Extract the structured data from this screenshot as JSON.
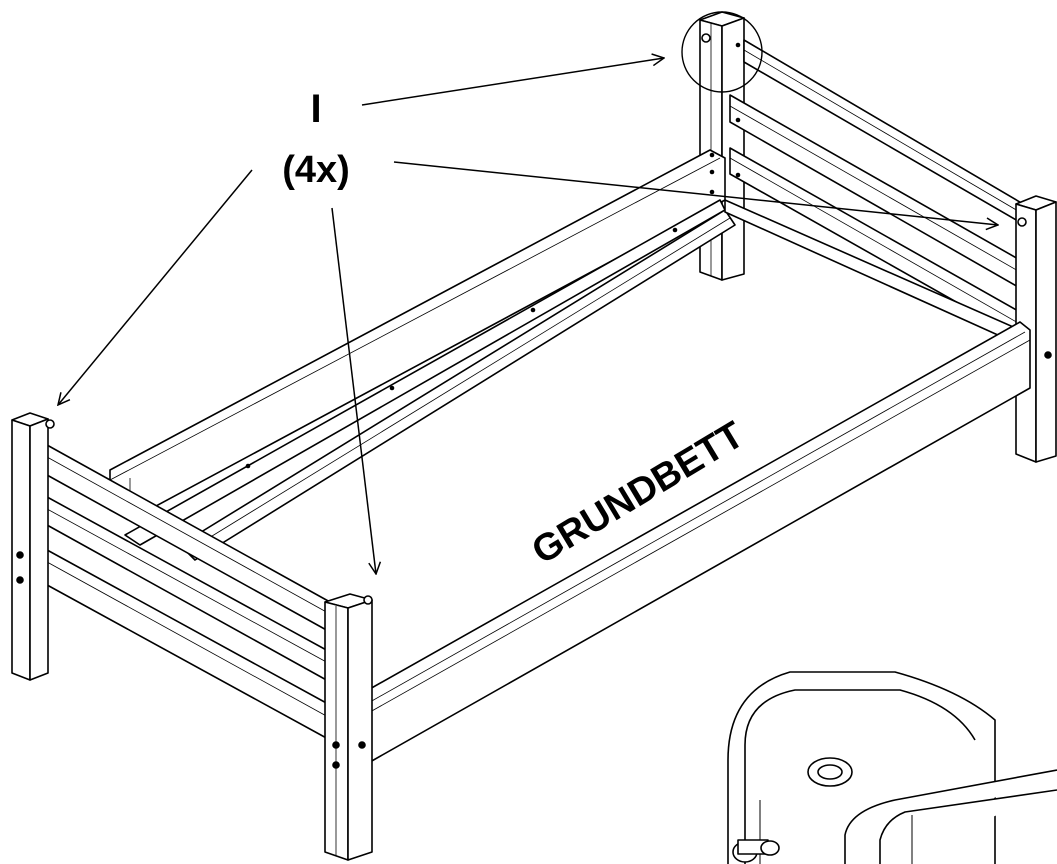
{
  "callout": {
    "part_letter": "I",
    "quantity": "(4x)"
  },
  "bed": {
    "label": "GRUNDBETT"
  }
}
